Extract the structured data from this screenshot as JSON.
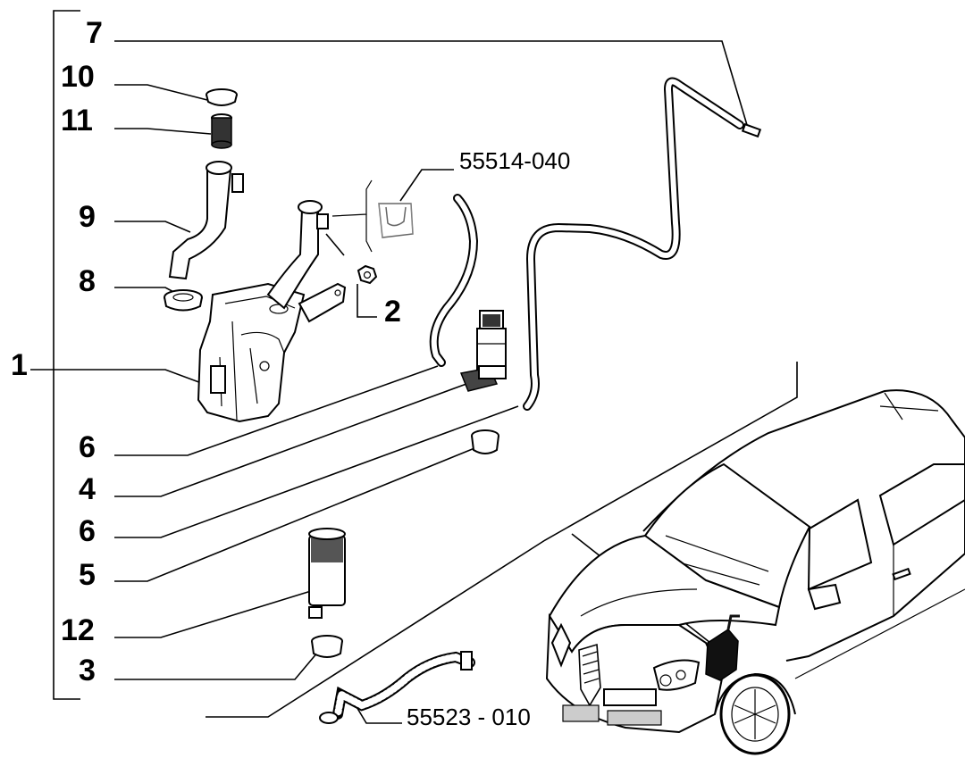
{
  "labels": {
    "l7": "7",
    "l10": "10",
    "l11": "11",
    "l9": "9",
    "l8": "8",
    "l1": "1",
    "l2": "2",
    "l6a": "6",
    "l4": "4",
    "l6b": "6",
    "l5": "5",
    "l12": "12",
    "l3": "3"
  },
  "part_numbers": {
    "clip": "55514-040",
    "hose": "55523 - 010"
  }
}
